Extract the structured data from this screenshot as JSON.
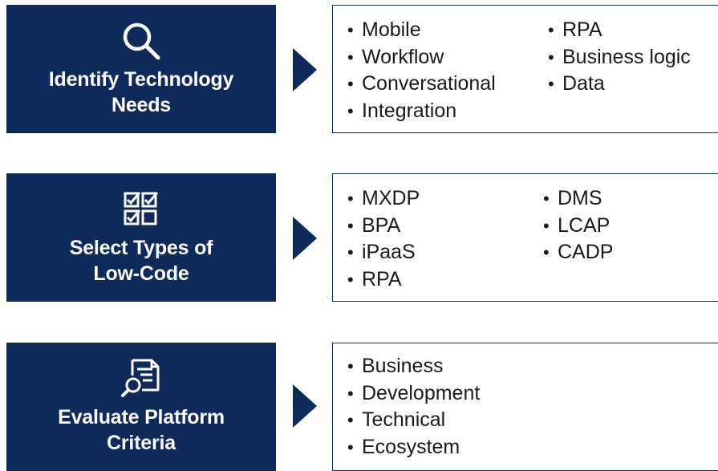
{
  "colors": {
    "navy": "#0e2a5a",
    "text": "#1a1a1a",
    "white": "#ffffff"
  },
  "steps": [
    {
      "icon": "magnifier-icon",
      "title": "Identify Technology\nNeeds",
      "columns": [
        [
          "Mobile",
          "Workflow",
          "Conversational",
          "Integration"
        ],
        [
          "RPA",
          "Business logic",
          "Data"
        ]
      ]
    },
    {
      "icon": "checklist-icon",
      "title": "Select Types of\nLow-Code",
      "columns": [
        [
          "MXDP",
          "BPA",
          "iPaaS",
          "RPA"
        ],
        [
          "DMS",
          "LCAP",
          "CADP"
        ]
      ]
    },
    {
      "icon": "document-search-icon",
      "title": "Evaluate Platform\nCriteria",
      "columns": [
        [
          "Business",
          "Development",
          "Technical",
          "Ecosystem"
        ]
      ]
    }
  ],
  "bullet": "•"
}
